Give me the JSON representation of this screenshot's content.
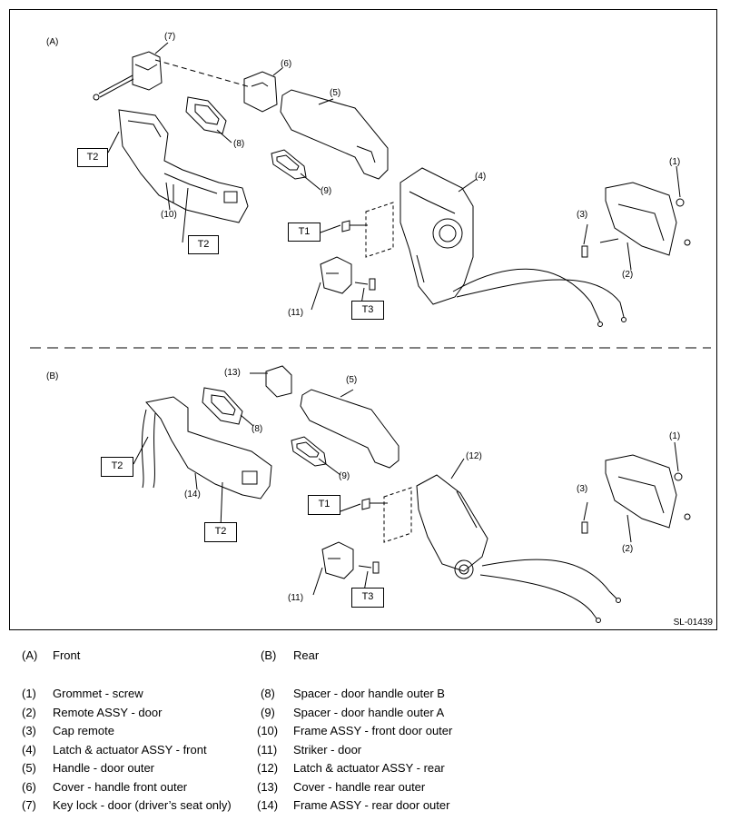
{
  "diagram": {
    "section_a": "(A)",
    "section_b": "(B)",
    "code": "SL-01439",
    "callouts": {
      "a1": "(1)",
      "a2": "(2)",
      "a3": "(3)",
      "a4": "(4)",
      "a5": "(5)",
      "a6": "(6)",
      "a7": "(7)",
      "a8": "(8)",
      "a9": "(9)",
      "a10": "(10)",
      "a11": "(11)",
      "b1": "(1)",
      "b2": "(2)",
      "b3": "(3)",
      "b5": "(5)",
      "b8": "(8)",
      "b9": "(9)",
      "b11": "(11)",
      "b12": "(12)",
      "b13": "(13)",
      "b14": "(14)"
    },
    "torque": {
      "t2_a_left": "T2",
      "t2_a_bottom": "T2",
      "t1_a": "T1",
      "t3_a": "T3",
      "t2_b_left": "T2",
      "t2_b_bottom": "T2",
      "t1_b": "T1",
      "t3_b": "T3"
    }
  },
  "legend": {
    "A": {
      "num": "(A)",
      "text": "Front"
    },
    "B": {
      "num": "(B)",
      "text": "Rear"
    },
    "left": [
      {
        "num": "(1)",
        "text": "Grommet - screw"
      },
      {
        "num": "(2)",
        "text": "Remote ASSY - door"
      },
      {
        "num": "(3)",
        "text": "Cap remote"
      },
      {
        "num": "(4)",
        "text": "Latch & actuator ASSY - front"
      },
      {
        "num": "(5)",
        "text": "Handle - door outer"
      },
      {
        "num": "(6)",
        "text": "Cover - handle front outer"
      },
      {
        "num": "(7)",
        "text": "Key lock - door (driver’s seat only)"
      }
    ],
    "right": [
      {
        "num": "(8)",
        "text": "Spacer - door handle outer B"
      },
      {
        "num": "(9)",
        "text": "Spacer - door handle outer A"
      },
      {
        "num": "(10)",
        "text": "Frame ASSY - front door outer"
      },
      {
        "num": "(11)",
        "text": "Striker - door"
      },
      {
        "num": "(12)",
        "text": "Latch & actuator ASSY - rear"
      },
      {
        "num": "(13)",
        "text": "Cover - handle rear outer"
      },
      {
        "num": "(14)",
        "text": "Frame ASSY - rear door outer"
      }
    ]
  }
}
